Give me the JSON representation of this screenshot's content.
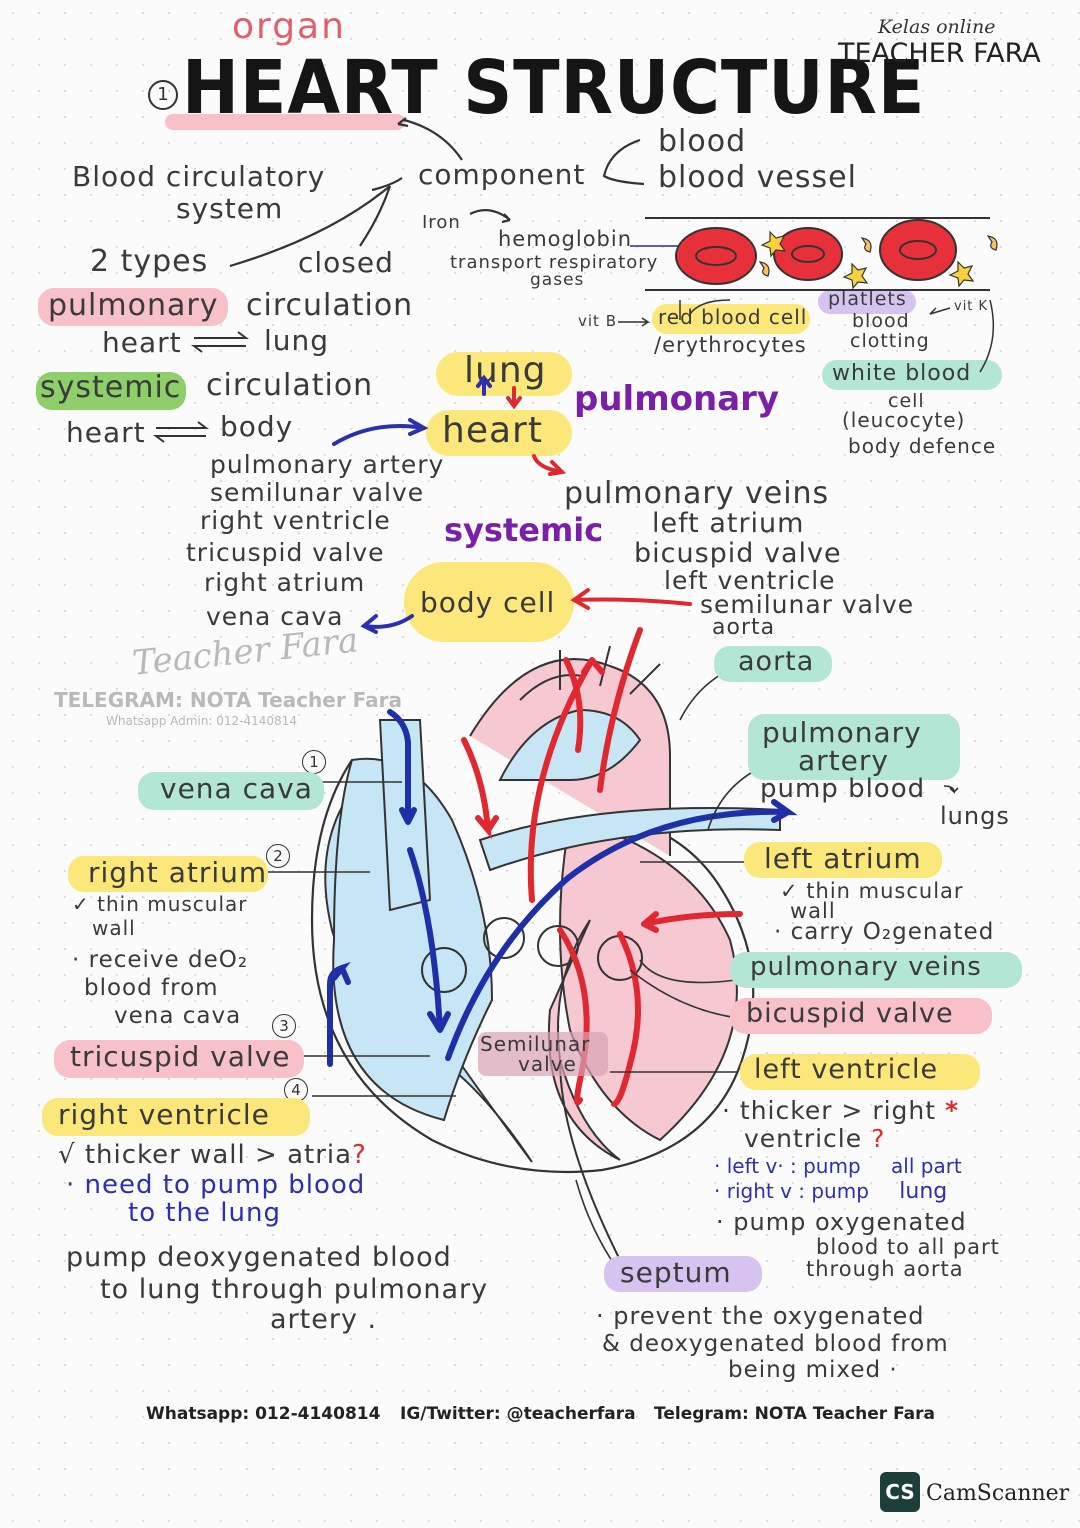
{
  "header": {
    "category": "organ",
    "number": "1",
    "title": "HEART STRUCTURE",
    "brand_top": "Kelas online",
    "brand_main": "TEACHER FARA"
  },
  "circulatory": {
    "system_l1": "Blood circulatory",
    "system_l2": "system",
    "component": "component",
    "blood": "blood",
    "vessel": "blood vessel",
    "types": "2 types",
    "closed": "closed",
    "pulmonary": "pulmonary",
    "circulation1": "circulation",
    "heart_lung_a": "heart",
    "heart_lung_b": "lung",
    "systemic": "systemic",
    "circulation2": "circulation",
    "heart_body_a": "heart",
    "heart_body_b": "body"
  },
  "blood_components": {
    "iron": "Iron",
    "hemoglobin": "hemoglobin",
    "transport_l1": "transport respiratory",
    "transport_l2": "gases",
    "vitb": "vit B",
    "rbc": "red blood cell",
    "erythrocytes": "/erythrocytes",
    "platlets": "platlets",
    "vitk": "vit K",
    "clotting_l1": "blood",
    "clotting_l2": "clotting",
    "wbc": "white blood",
    "cell": "cell",
    "leucocyte": "(leucocyte)",
    "defence": "body defence"
  },
  "flow": {
    "lung": "lung",
    "heart": "heart",
    "pulmonary": "pulmonary",
    "systemic": "systemic",
    "body_cell": "body cell",
    "left_path": [
      "pulmonary artery",
      "semilunar valve",
      "right ventricle",
      "tricuspid valve",
      "right atrium",
      "vena cava"
    ],
    "right_path": [
      "pulmonary veins",
      "left atrium",
      "bicuspid valve",
      "left ventricle",
      "semilunar valve",
      "aorta"
    ]
  },
  "watermark": {
    "sign": "Teacher Fara",
    "telegram": "TELEGRAM: NOTA Teacher Fara",
    "whatsapp": "Whatsapp Admin: 012-4140814"
  },
  "labels_left": {
    "n1": "1",
    "vena_cava": "vena cava",
    "n2": "2",
    "right_atrium": "right atrium",
    "ra_note1": "✓ thin muscular",
    "ra_note2": "wall",
    "ra_note3": "· receive deO₂",
    "ra_note4": "blood from",
    "ra_note5": "vena cava",
    "n3": "3",
    "tricuspid": "tricuspid valve",
    "n4": "4",
    "right_ventricle": "right   ventricle",
    "rv_note1": "√ thicker wall > atria",
    "rv_q": "?",
    "rv_note2": "· need to pump blood",
    "rv_note3": "to the lung",
    "rv_note4": "pump deoxygenated blood",
    "rv_note5": "to lung through pulmonary",
    "rv_note6": "artery ."
  },
  "labels_right": {
    "aorta": "aorta",
    "pa_l1": "pulmonary",
    "pa_l2": "artery",
    "pump_blood": "pump blood",
    "lungs": "lungs",
    "left_atrium": "left atrium",
    "la_note1": "✓ thin muscular",
    "la_note2": "wall",
    "la_note3": "· carry O₂genated",
    "pulmonary_veins": "pulmonary veins",
    "bicuspid": "bicuspid valve",
    "left_ventricle": "left ventricle",
    "lv_note1": "· thicker > right",
    "lv_star": "*",
    "lv_note2": "ventricle",
    "lv_q": "?",
    "lv_note3": "· left v· : pump",
    "lv_note3b": "all part",
    "lv_note4": "· right v : pump",
    "lv_note4b": "lung",
    "lv_note5": "· pump oxygenated",
    "lv_note6": "blood to all part",
    "lv_note7": "through aorta"
  },
  "center": {
    "semilunar_l1": "Semilunar",
    "semilunar_l2": "valve",
    "septum": "septum",
    "septum_note1": "· prevent the oxygenated",
    "septum_note2": "& deoxygenated blood from",
    "septum_note3": "being mixed ·"
  },
  "footer": {
    "whatsapp": "Whatsapp: 012-4140814",
    "ig": "IG/Twitter: @teacherfara",
    "telegram": "Telegram: NOTA Teacher Fara",
    "scanner_logo": "CS",
    "scanner": "CamScanner"
  }
}
